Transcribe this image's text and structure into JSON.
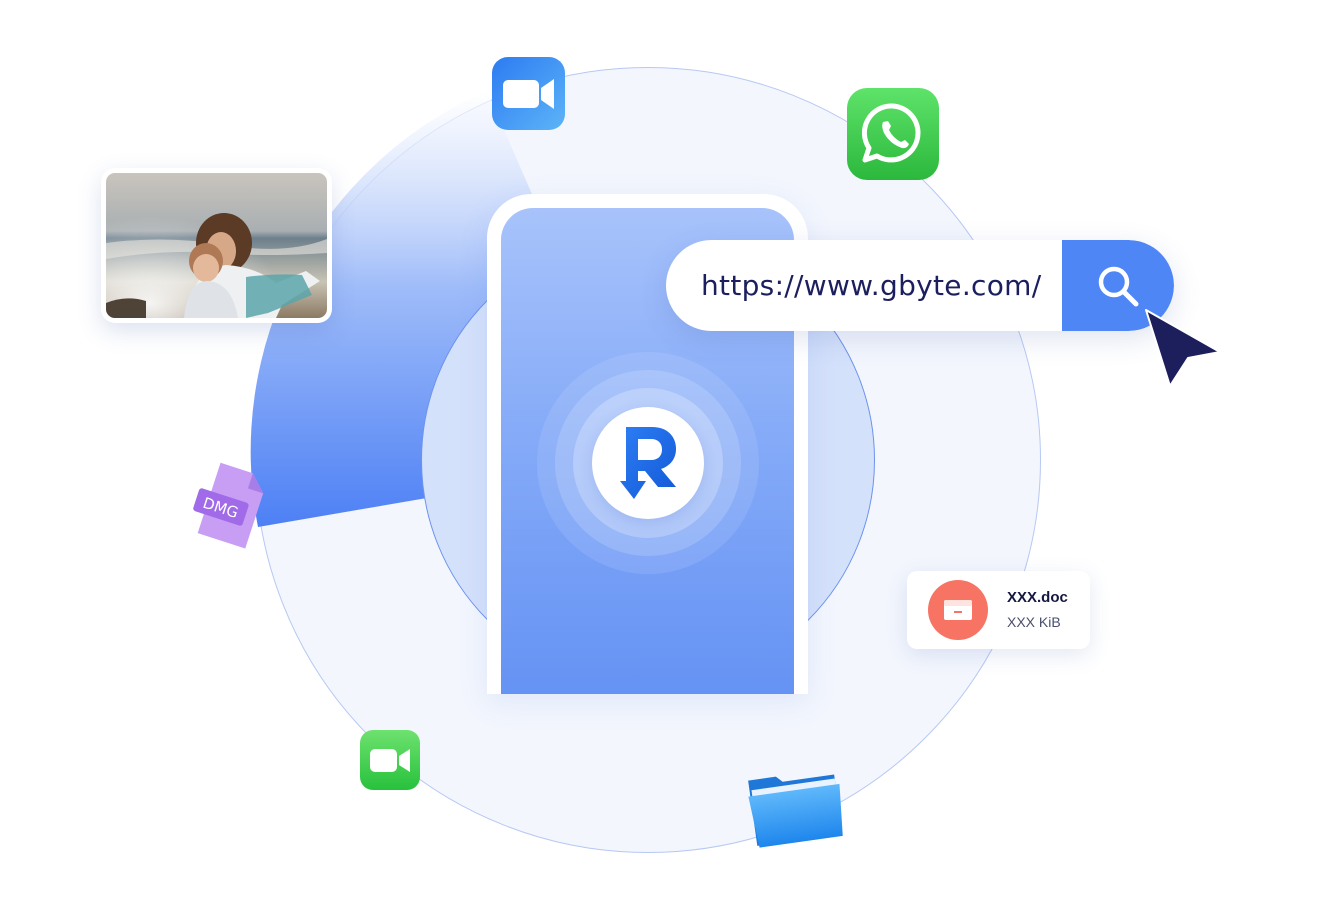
{
  "url_bar": {
    "url": "https://www.gbyte.com/",
    "search_icon": "search-icon"
  },
  "doc_card": {
    "file_name": "XXX.doc",
    "file_size": "XXX KiB",
    "icon": "folder-icon"
  },
  "dmg_file": {
    "label": "DMG"
  },
  "center_logo": {
    "label": "R"
  },
  "app_icons": [
    "zoom-icon",
    "whatsapp-icon",
    "facetime-icon",
    "dmg-file-icon",
    "files-folder-icon"
  ],
  "colors": {
    "accent": "#4f86f6",
    "phone_gradient_top": "#a8c3fb",
    "phone_gradient_bottom": "#6593f4",
    "doc_icon": "#f77363",
    "whatsapp": "#2bb83c",
    "zoom": "#2d7bf2",
    "dmg": "#b98ef0",
    "cursor": "#1d1e5c"
  }
}
